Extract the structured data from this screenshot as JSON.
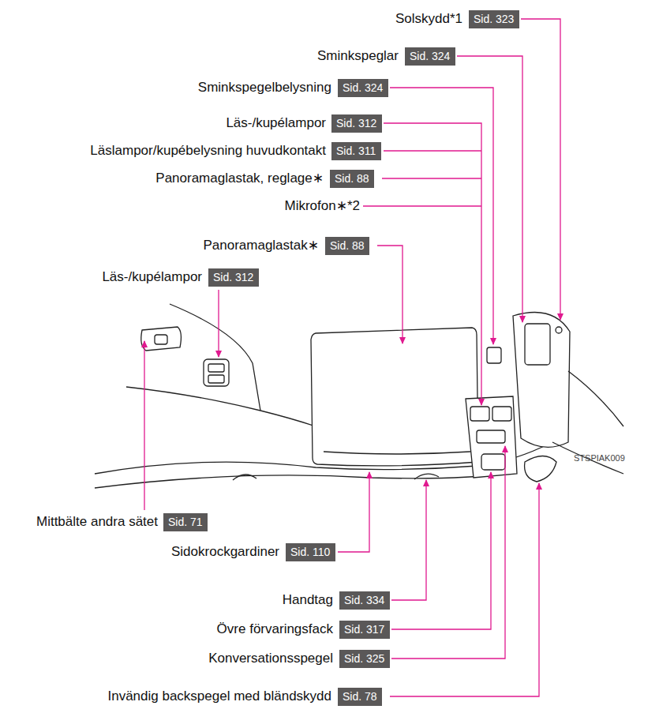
{
  "diagram": {
    "nodes": [
      {
        "text": [
          "Sid. 323"
        ]
      },
      {
        "text": [
          "Sid. 324"
        ]
      },
      {
        "text": [
          "Sid. 324"
        ]
      },
      {
        "text": [
          "Sid. 312"
        ]
      },
      {
        "text": [
          "Sid. 311"
        ]
      },
      {
        "text": [
          "Sid. 88"
        ]
      },
      {
        "text": [
          "Sid. 88"
        ]
      },
      {
        "text": [
          "Sid. 312"
        ]
      },
      {
        "text": [
          "Sid. 71"
        ]
      },
      {
        "text": [
          "Sid. 110"
        ]
      },
      {
        "text": [
          "Sid. 334"
        ]
      },
      {
        "text": [
          "Sid. 317"
        ]
      },
      {
        "text": [
          "Sid. 325"
        ]
      },
      {
        "text": [
          "Sid. 78"
        ]
      }
    ],
    "labels": [
      "Solskydd*1",
      "Sminkspeglar",
      "Sminkspegelbelysning",
      "Läs-/kupélampor",
      "Läslampor/kupébelysning huvudkontakt",
      "Panoramaglastak, reglage∗",
      "Mikrofon∗*2",
      "Panoramaglastak∗",
      "Läs-/kupélampor",
      "STSPIAK009",
      "Mittbälte andra sätet",
      "Sidokrockgardiner",
      "Handtag",
      "Övre förvaringsfack",
      "Konversationsspegel",
      "Invändig backspegel med bländskydd"
    ]
  }
}
